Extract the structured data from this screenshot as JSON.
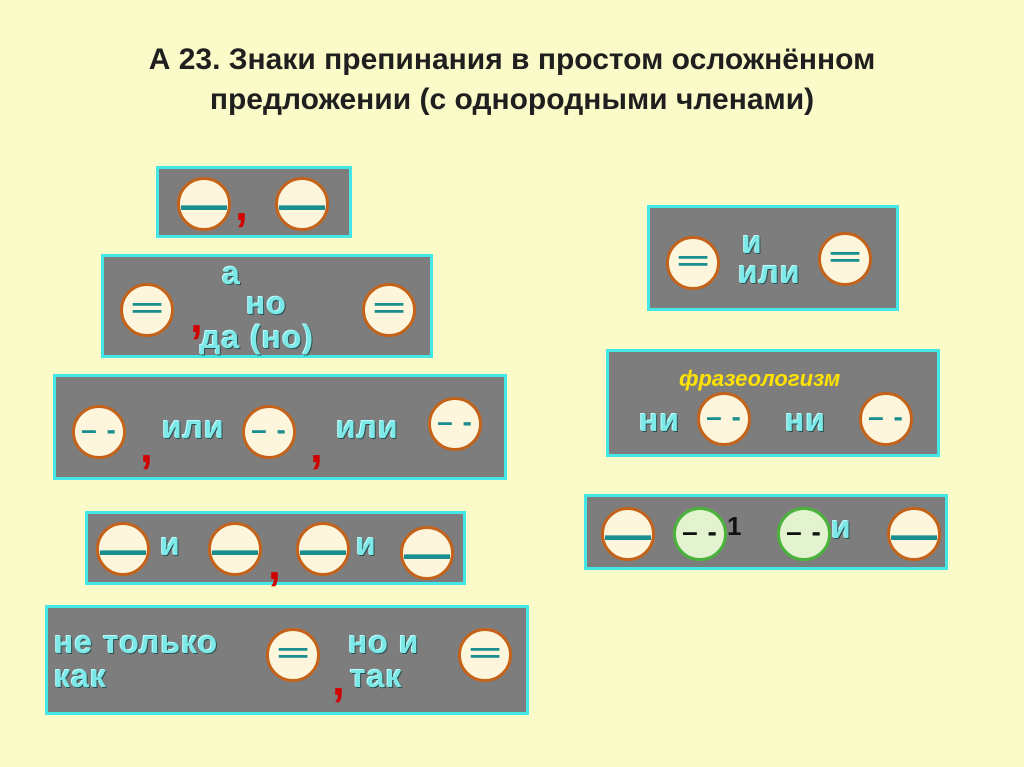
{
  "title": {
    "line1": "А 23. Знаки препинания в простом осложнённом",
    "line2": "предложении (с однородными членами)"
  },
  "symbols": {
    "dash": "—",
    "double": "═",
    "dashdash": "– -",
    "comma": ","
  },
  "schemes": {
    "s1": {},
    "s2": {
      "a": "а",
      "no": "но",
      "da": "да (но)"
    },
    "s3": {
      "ili1": "или",
      "ili2": "или"
    },
    "s4": {
      "i1": "и",
      "i2": "и"
    },
    "s5": {
      "ne_tolko": "не только",
      "kak": "как",
      "no_i": "но и",
      "tak": "так"
    },
    "s6": {
      "i": "и",
      "ili": "или"
    },
    "s7": {
      "label": "фразеологизм",
      "ni1": "ни",
      "ni2": "ни"
    },
    "s8": {
      "frag1": "1",
      "i": "и"
    }
  },
  "colors": {
    "background": "#fbfbc9",
    "box": "#7d7d7d",
    "box_border": "#44e7e7",
    "circle_border": "#c4621a",
    "symbol": "#1a8e8e",
    "comma": "#d10000",
    "phrase_label": "#ffe200"
  }
}
